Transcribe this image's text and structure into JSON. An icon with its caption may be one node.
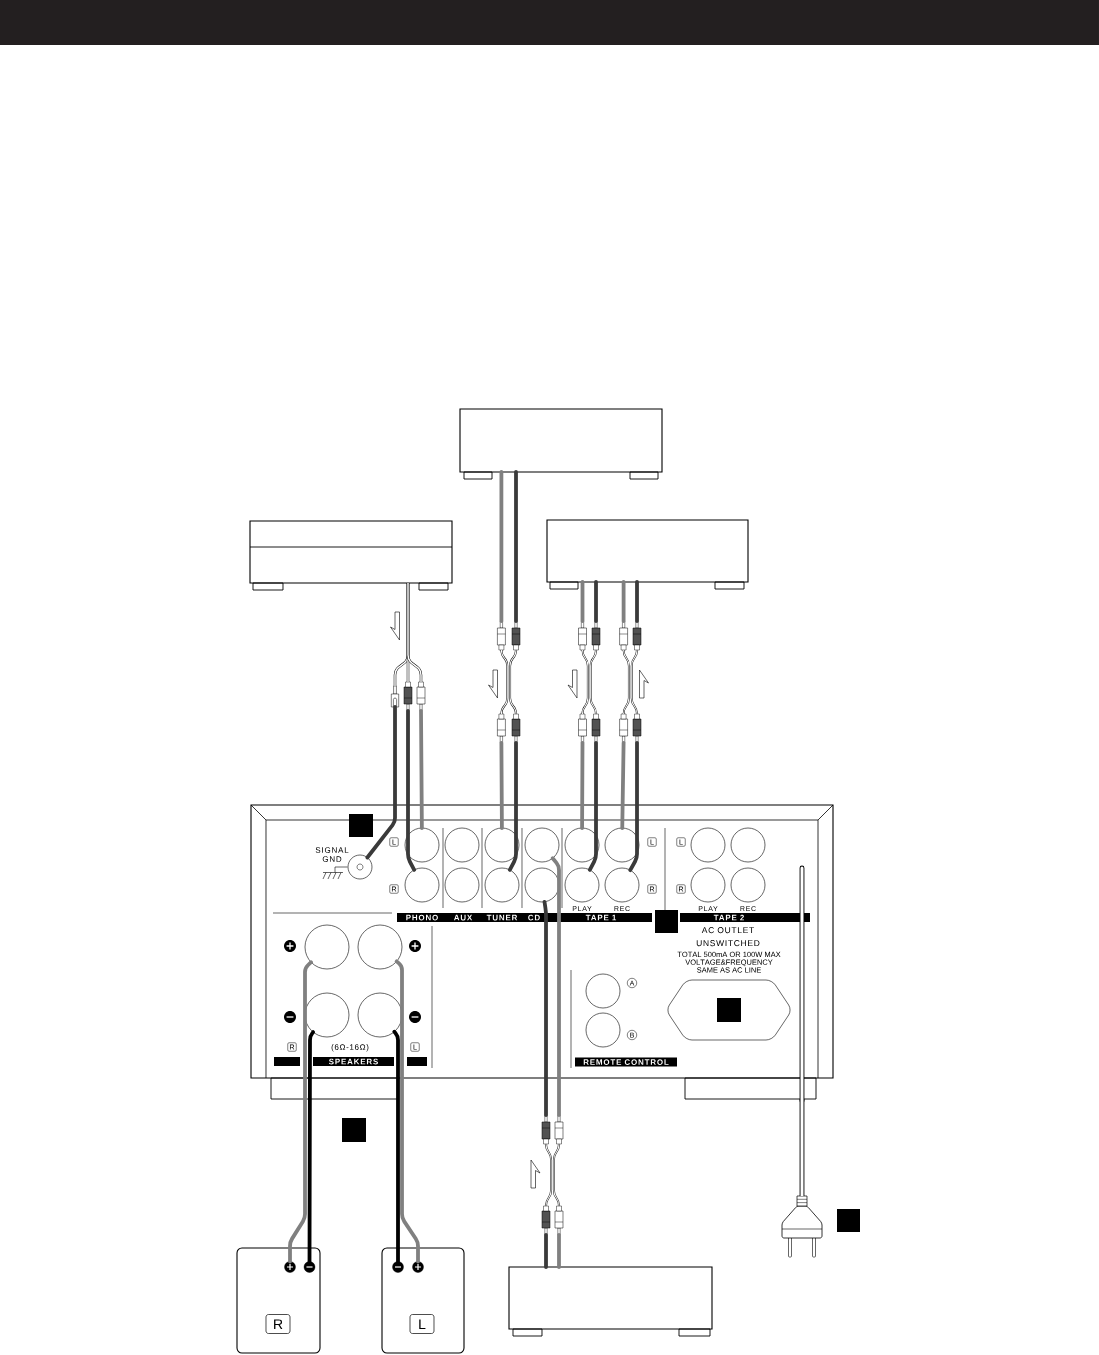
{
  "diagram": {
    "nodes": [
      {
        "text": [],
        "shape": "box"
      },
      {
        "text": [],
        "shape": "box"
      },
      {
        "text": [],
        "shape": "box"
      },
      {
        "text": [],
        "shape": "box"
      },
      {
        "text": [],
        "shape": "circle",
        "in": 3
      },
      {
        "text": [],
        "shape": "circle",
        "in": 3
      },
      {
        "text": [],
        "shape": "circle",
        "in": 3
      },
      {
        "text": [],
        "shape": "circle",
        "in": 3
      },
      {
        "text": [],
        "shape": "circle",
        "in": 3
      },
      {
        "text": [],
        "shape": "circle",
        "in": 3
      },
      {
        "text": [],
        "shape": "circle",
        "in": 3
      },
      {
        "text": [],
        "shape": "circle",
        "in": 3
      },
      {
        "text": [],
        "shape": "circle",
        "in": 3
      },
      {
        "text": [],
        "shape": "circle",
        "in": 3
      },
      {
        "text": [],
        "shape": "circle",
        "in": 3
      },
      {
        "text": [],
        "shape": "circle",
        "in": 3
      },
      {
        "text": [],
        "shape": "circle",
        "in": 3
      },
      {
        "text": [],
        "shape": "circle",
        "in": 3
      },
      {
        "text": [],
        "shape": "circle",
        "in": 3
      },
      {
        "text": [],
        "shape": "circle",
        "in": 3
      },
      {
        "text": [],
        "shape": "circle",
        "in": 3
      },
      {
        "text": [],
        "shape": "circle",
        "in": 3
      },
      {
        "text": [],
        "shape": "circle",
        "in": 3
      },
      {
        "text": [],
        "shape": "circle",
        "in": 3
      },
      {
        "text": [],
        "shape": "circle",
        "in": 3
      },
      {
        "text": [],
        "shape": "circle",
        "in": 3
      },
      {
        "text": [],
        "shape": "circle",
        "in": 3
      },
      {
        "text": [
          "R"
        ]
      },
      {
        "text": [],
        "shape": "circle",
        "in": 27
      },
      {
        "text": [],
        "shape": "circle",
        "in": 27
      },
      {
        "text": [
          "L"
        ]
      },
      {
        "text": [],
        "shape": "circle",
        "in": 30
      },
      {
        "text": [],
        "shape": "circle",
        "in": 30
      },
      {
        "text": [],
        "shape": "box"
      },
      {
        "text": [],
        "shape": "plug"
      },
      {
        "text": [],
        "shape": "plug"
      },
      {
        "text": [],
        "shape": "plug"
      },
      {
        "text": [],
        "shape": "plug"
      },
      {
        "text": [],
        "shape": "plug"
      },
      {
        "text": [],
        "shape": "plug"
      },
      {
        "text": [],
        "shape": "plug"
      },
      {
        "text": [],
        "shape": "plug"
      },
      {
        "text": [],
        "shape": "plug"
      },
      {
        "text": [],
        "shape": "plug"
      },
      {
        "text": [],
        "shape": "plug"
      },
      {
        "text": [],
        "shape": "plug"
      },
      {
        "text": [],
        "shape": "plug"
      },
      {
        "text": [],
        "shape": "plug"
      },
      {
        "text": [],
        "shape": "plug"
      },
      {
        "text": [],
        "shape": "plug"
      },
      {
        "text": [],
        "shape": "plug"
      },
      {
        "text": [],
        "shape": "plug"
      },
      {
        "text": [],
        "shape": "plug"
      },
      {
        "text": [],
        "shape": "plug"
      }
    ],
    "edges": [
      {
        "from": 1,
        "to": 41,
        "arrow": "none",
        "color": "#000000"
      },
      {
        "from": 1,
        "to": 42,
        "arrow": "none",
        "color": "#000000"
      },
      {
        "from": 1,
        "to": 43,
        "arrow": "none",
        "color": "#000000"
      },
      {
        "from": 41,
        "to": 4,
        "arrow": "none",
        "color": "#3a3a3a"
      },
      {
        "from": 42,
        "to": 13,
        "arrow": "none",
        "color": "#3a3a3a"
      },
      {
        "from": 43,
        "to": 5,
        "arrow": "none",
        "color": "#808080"
      },
      {
        "from": 0,
        "to": 35,
        "arrow": "none",
        "color": "#808080"
      },
      {
        "from": 0,
        "to": 36,
        "arrow": "none",
        "color": "#3a3a3a"
      },
      {
        "from": 35,
        "to": 44,
        "arrow": "none",
        "color": "#000000"
      },
      {
        "from": 36,
        "to": 45,
        "arrow": "none",
        "color": "#000000"
      },
      {
        "from": 44,
        "to": 7,
        "arrow": "none",
        "color": "#808080"
      },
      {
        "from": 45,
        "to": 15,
        "arrow": "none",
        "color": "#3a3a3a"
      },
      {
        "from": 2,
        "to": 37,
        "arrow": "none",
        "color": "#808080"
      },
      {
        "from": 2,
        "to": 38,
        "arrow": "none",
        "color": "#3a3a3a"
      },
      {
        "from": 37,
        "to": 46,
        "arrow": "none",
        "color": "#000000"
      },
      {
        "from": 38,
        "to": 47,
        "arrow": "none",
        "color": "#000000"
      },
      {
        "from": 46,
        "to": 9,
        "arrow": "none",
        "color": "#808080"
      },
      {
        "from": 47,
        "to": 17,
        "arrow": "none",
        "color": "#3a3a3a"
      },
      {
        "from": 2,
        "to": 39,
        "arrow": "none",
        "color": "#808080"
      },
      {
        "from": 2,
        "to": 40,
        "arrow": "none",
        "color": "#3a3a3a"
      },
      {
        "from": 39,
        "to": 48,
        "arrow": "none",
        "color": "#000000"
      },
      {
        "from": 49,
        "to": 40,
        "arrow": "none",
        "color": "#000000"
      },
      {
        "from": 48,
        "to": 10,
        "arrow": "none",
        "color": "#808080"
      },
      {
        "from": 49,
        "to": 18,
        "arrow": "none",
        "color": "#3a3a3a"
      },
      {
        "from": 33,
        "to": 52,
        "arrow": "none",
        "color": "#3a3a3a"
      },
      {
        "from": 33,
        "to": 53,
        "arrow": "none",
        "color": "#808080"
      },
      {
        "from": 52,
        "to": 50,
        "arrow": "none",
        "color": "#000000"
      },
      {
        "from": 53,
        "to": 51,
        "arrow": "none",
        "color": "#000000"
      },
      {
        "from": 50,
        "to": 16,
        "arrow": "none",
        "color": "#3a3a3a"
      },
      {
        "from": 51,
        "to": 8,
        "arrow": "none",
        "color": "#808080"
      },
      {
        "from": 21,
        "to": 28,
        "arrow": "none",
        "color": "#808080"
      },
      {
        "from": 23,
        "to": 29,
        "arrow": "none",
        "color": "#000000"
      },
      {
        "from": 24,
        "to": 31,
        "arrow": "none",
        "color": "#000000"
      },
      {
        "from": 22,
        "to": 32,
        "arrow": "none",
        "color": "#808080"
      },
      {
        "from": 3,
        "to": 34,
        "arrow": "none",
        "color": "#000000"
      }
    ],
    "labels": [
      "L",
      "SIGNAL GND",
      "L",
      "L",
      "R",
      "R",
      "R",
      "PLAY",
      "REC",
      "PLAY",
      "REC",
      "PHONO",
      "AUX",
      "TUNER",
      "CD",
      "TAPE 1",
      "TAPE 2",
      "AC OUTLET",
      "UNSWITCHED",
      "TOTAL 500mA OR 100W MAX VOLTAGE&FREQUENCY SAME AS AC LINE",
      "A",
      "B",
      "R",
      "(6Ω-16Ω)",
      "L",
      "SPEAKERS",
      "REMOTE CONTROL"
    ]
  }
}
